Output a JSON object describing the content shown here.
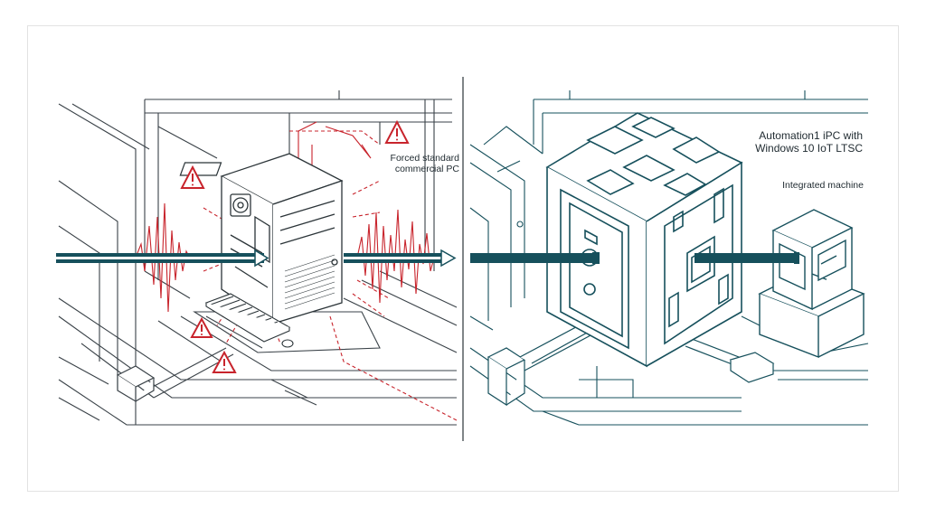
{
  "left_panel": {
    "caption_line1": "Forced standard",
    "caption_line2": "commercial PC"
  },
  "right_panel": {
    "caption_line1": "Automation1 iPC with",
    "caption_line2": "Windows 10 IoT LTSC",
    "sub_caption": "Integrated machine"
  },
  "colors": {
    "ink": "#2b3438",
    "teal": "#16505c",
    "warning_red": "#c8242c",
    "background": "#ffffff"
  }
}
